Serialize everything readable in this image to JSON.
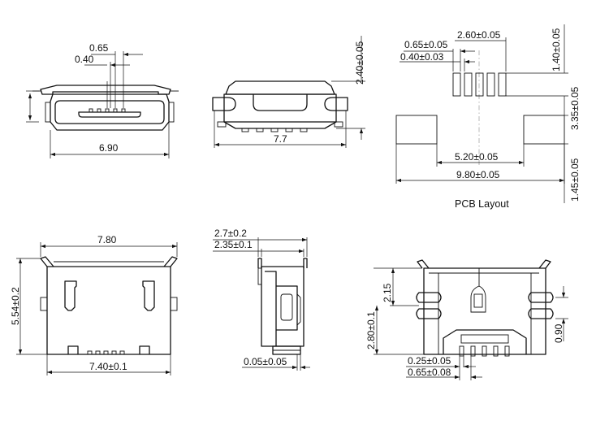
{
  "dimensions": {
    "front_pin_pitch": "0.65",
    "front_pin_width": "0.40",
    "front_overall_width": "6.90",
    "side_length": "7.7",
    "side_height": "2.40±0.05",
    "pcb_pad_width": "0.65±0.05",
    "pcb_pad_span": "2.60±0.05",
    "pcb_pad_gap": "0.40±0.03",
    "pcb_pad_length": "1.40±0.05",
    "pcb_pad_to_anchor": "3.35±0.05",
    "pcb_anchor_inner": "5.20±0.05",
    "pcb_anchor_outer": "9.80±0.05",
    "pcb_anchor_height": "1.45±0.05",
    "top_width": "7.80",
    "top_depth": "5.54±0.2",
    "top_body_width": "7.40±0.1",
    "end_width_outer": "2.7±0.2",
    "end_width_inner": "2.35±0.1",
    "end_offset": "0.05±0.05",
    "bottom_height_upper": "2.15",
    "bottom_height_lower": "2.80±0.1",
    "bottom_tab_height": "0.90",
    "bottom_pin_width": "0.25±0.05",
    "bottom_pin_pitch": "0.65±0.08"
  },
  "captions": {
    "pcb_layout": "PCB Layout"
  }
}
